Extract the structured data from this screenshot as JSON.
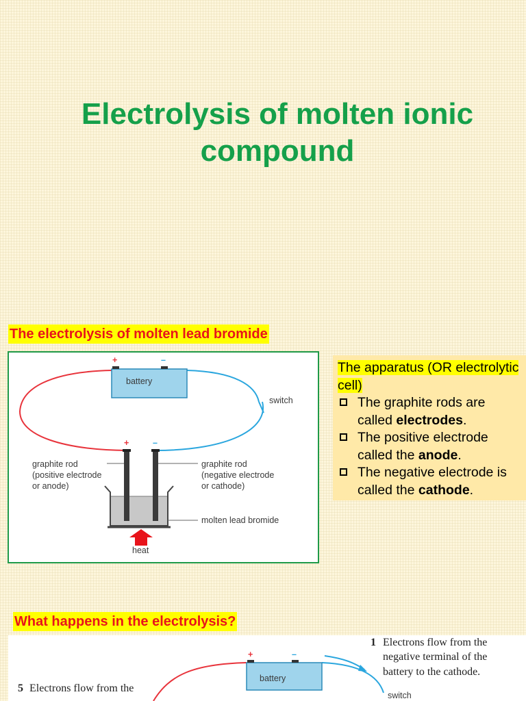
{
  "title": {
    "line1": "Electrolysis of molten ionic",
    "line2": "compound"
  },
  "section1": {
    "heading": "The electrolysis of molten lead bromide",
    "diagram": {
      "battery": "battery",
      "plus": "+",
      "minus": "–",
      "switch": "switch",
      "left_rod": [
        "graphite rod",
        "(positive electrode",
        "or anode)"
      ],
      "right_rod": [
        "graphite rod",
        "(negative electrode",
        "or cathode)"
      ],
      "molten": "molten lead bromide",
      "heat": "heat",
      "colors": {
        "positive_wire": "#e8333b",
        "negative_wire": "#2aa6de",
        "battery_fill": "#9fd4ec",
        "heat_arrow": "#e8141b"
      }
    },
    "panel": {
      "intro": "The apparatus (OR electrolytic cell)",
      "bullets": [
        {
          "pre": "The graphite rods are called ",
          "bold": "electrodes",
          "post": "."
        },
        {
          "pre": "The positive electrode called the ",
          "bold": "anode",
          "post": "."
        },
        {
          "pre": "The negative electrode is called the ",
          "bold": "cathode",
          "post": "."
        }
      ]
    }
  },
  "section2": {
    "heading": "What happens in the electrolysis?",
    "diagram": {
      "battery": "battery",
      "plus": "+",
      "minus": "–",
      "switch": "switch",
      "step1_num": "1",
      "step1_lines": [
        "Electrons flow from the",
        "negative terminal of the",
        "battery to the cathode."
      ],
      "step5_num": "5",
      "step5_line": "Electrons flow from the"
    }
  }
}
